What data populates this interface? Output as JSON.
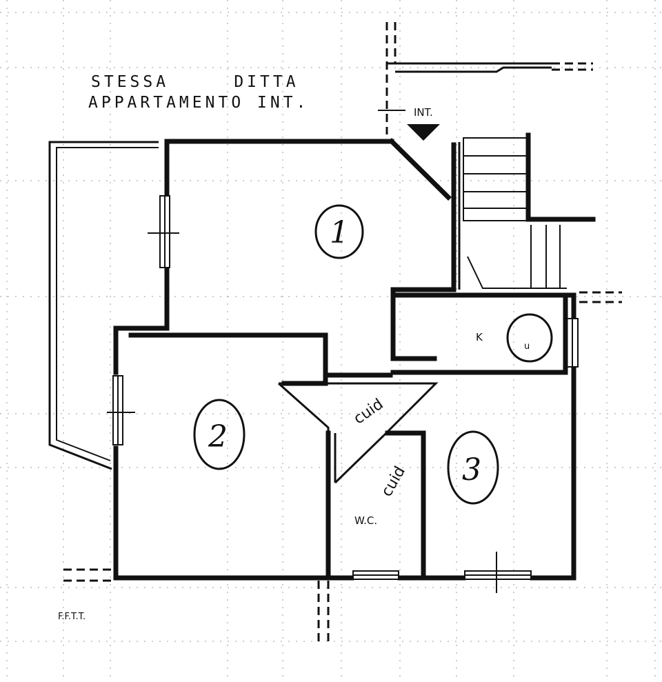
{
  "caption": {
    "line1": "STESSA     DITTA",
    "line2": "APPARTAMENTO INT."
  },
  "entrance_label": "INT.",
  "rooms": {
    "room1": "1",
    "room2": "2",
    "room3": "3",
    "kitchen": "K",
    "wc": "W.C.",
    "kitchen_sink": "u"
  },
  "handwritten": {
    "corridor": "cuid",
    "wc_marker": "cuid"
  },
  "scribble": "F.F.T.T."
}
